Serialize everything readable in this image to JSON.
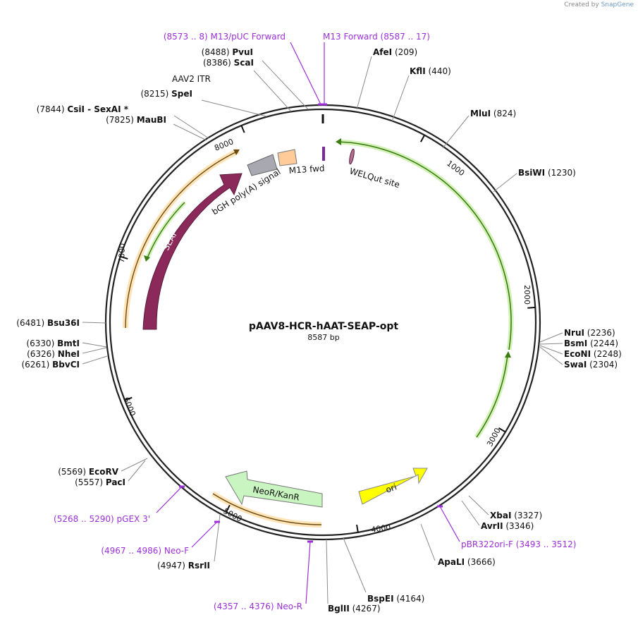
{
  "credit": {
    "prefix": "Created by",
    "brand": "SnapGene"
  },
  "plasmid": {
    "name": "pAAV8-HCR-hAAT-SEAP-opt",
    "length": "8587 bp"
  },
  "colors": {
    "backbone": "#222222",
    "primer": "#9b30d9",
    "label_line": "#7a7a7a",
    "seap": "#8b2a5a",
    "ori": "#ffff00",
    "neo": "#c8f5c0",
    "itr": "#ffcc99",
    "polyA": "#a8a8b0",
    "cds_outline_green": "#3a7d12",
    "cds_outline_orange": "#e0a050",
    "welq": "#8b2a5a"
  },
  "ticks": [
    "1000",
    "2000",
    "3000",
    "4000",
    "5000",
    "6000",
    "7000",
    "8000"
  ],
  "sites": [
    {
      "name": "PvuI",
      "pos": "(8488)",
      "side": "left"
    },
    {
      "name": "ScaI",
      "pos": "(8386)",
      "side": "left"
    },
    {
      "name": "SpeI",
      "pos": "(8215)",
      "side": "left"
    },
    {
      "name": "CsiI",
      "pos": "(7844)",
      "extra": "-  SexAI *",
      "side": "left"
    },
    {
      "name": "MauBI",
      "pos": "(7825)",
      "side": "left"
    },
    {
      "name": "AfeI",
      "pos": "(209)",
      "side": "right"
    },
    {
      "name": "KflI",
      "pos": "(440)",
      "side": "right"
    },
    {
      "name": "MluI",
      "pos": "(824)",
      "side": "right"
    },
    {
      "name": "BsiWI",
      "pos": "(1230)",
      "side": "right"
    },
    {
      "name": "NruI",
      "pos": "(2236)",
      "side": "right"
    },
    {
      "name": "BsmI",
      "pos": "(2244)",
      "side": "right"
    },
    {
      "name": "EcoNI",
      "pos": "(2248)",
      "side": "right"
    },
    {
      "name": "SwaI",
      "pos": "(2304)",
      "side": "right"
    },
    {
      "name": "XbaI",
      "pos": "(3327)",
      "side": "right"
    },
    {
      "name": "AvrII",
      "pos": "(3346)",
      "side": "right"
    },
    {
      "name": "ApaLI",
      "pos": "(3666)",
      "side": "right"
    },
    {
      "name": "BspEI",
      "pos": "(4164)",
      "side": "right"
    },
    {
      "name": "BglII",
      "pos": "(4267)",
      "side": "right"
    },
    {
      "name": "RsrII",
      "pos": "(4947)",
      "side": "left"
    },
    {
      "name": "EcoRV",
      "pos": "(5569)",
      "side": "left"
    },
    {
      "name": "PacI",
      "pos": "(5557)",
      "side": "left"
    },
    {
      "name": "BbvCI",
      "pos": "(6261)",
      "side": "left"
    },
    {
      "name": "NheI",
      "pos": "(6326)",
      "side": "left"
    },
    {
      "name": "BmtI",
      "pos": "(6330)",
      "side": "left"
    },
    {
      "name": "Bsu36I",
      "pos": "(6481)",
      "side": "left"
    }
  ],
  "primers": [
    {
      "name": "M13/pUC Forward",
      "range": "(8573 .. 8)"
    },
    {
      "name": "M13 Forward",
      "range": "(8587 .. 17)"
    },
    {
      "name": "pBR322ori-F",
      "range": "(3493 .. 3512)"
    },
    {
      "name": "Neo-R",
      "range": "(4357 .. 4376)"
    },
    {
      "name": "Neo-F",
      "range": "(4967 .. 4986)"
    },
    {
      "name": "pGEX 3'",
      "range": "(5268 .. 5290)"
    }
  ],
  "features": {
    "itr_label": "AAV2 ITR",
    "m13_fwd": "M13 fwd",
    "welq": "WELQut site",
    "polyA": "bGH poly(A) signal",
    "seap": "SEAP",
    "ori": "ori",
    "neo": "NeoR/KanR"
  }
}
